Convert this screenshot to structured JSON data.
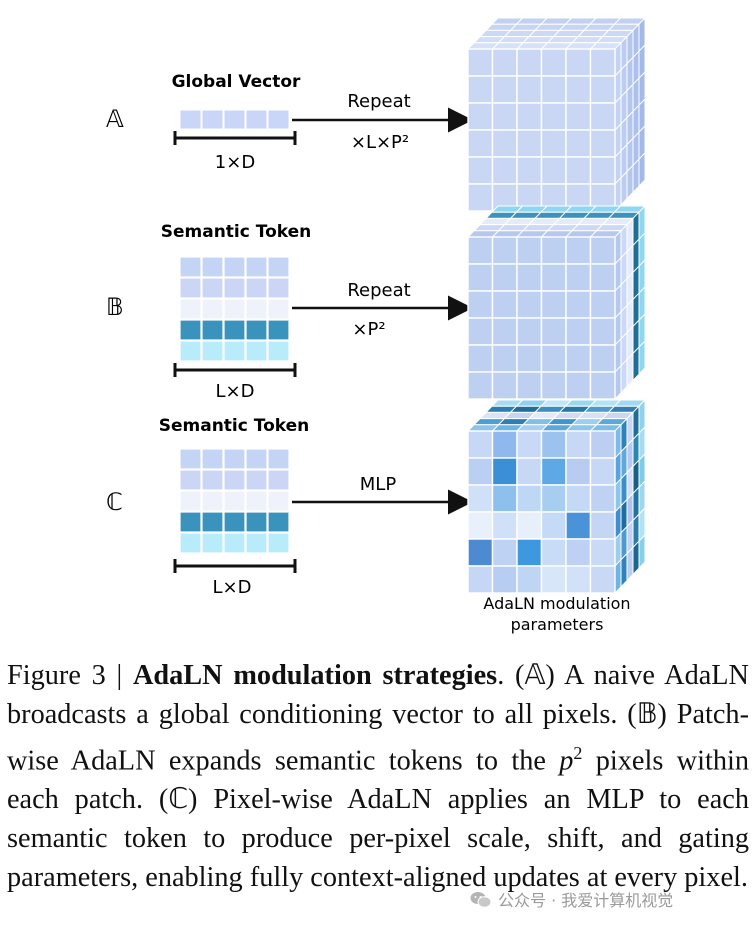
{
  "rows": [
    {
      "letter": "𝔸",
      "title": "Global Vector",
      "arrow_top": "Repeat",
      "arrow_bottom": "×L×P²",
      "dim": "1×D"
    },
    {
      "letter": "𝔹",
      "title": "Semantic Token",
      "arrow_top": "Repeat",
      "arrow_bottom": "×P²",
      "dim": "L×D"
    },
    {
      "letter": "ℂ",
      "title": "Semantic Token",
      "arrow_top": "MLP",
      "arrow_bottom": "",
      "dim": "L×D"
    }
  ],
  "cube_label_line1": "AdaLN modulation",
  "cube_label_line2": "parameters",
  "caption": {
    "prefix": "Figure 3 | ",
    "bold": "AdaLN modulation strategies",
    "text_a": ". (𝔸) A naive AdaLN broadcasts a global conditioning vector to all pixels. (𝔹) Patch-wise AdaLN expands semantic tokens to the ",
    "math_base": "p",
    "math_exp": "2",
    "text_b": " pixels within each patch. (ℂ) Pixel-wise AdaLN applies an MLP to each semantic token to produce per-pixel scale, shift, and gating parameters, enabling fully context-aligned updates at every pixel."
  },
  "watermark": "公众号 · 我爱计算机视觉",
  "colors": {
    "light_blue": "#c9d6f7",
    "pale": "#e9f0fb",
    "teal": "#3a93bd",
    "cyan_light": "#b8ecfb",
    "deep": "#1d6f97"
  }
}
